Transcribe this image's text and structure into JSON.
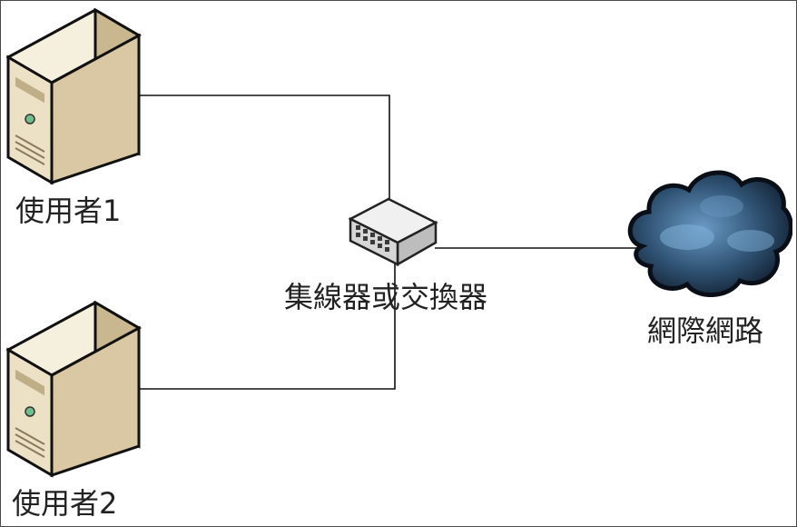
{
  "nodes": {
    "user1": {
      "label": "使用者1",
      "icon": "server-tower-icon"
    },
    "user2": {
      "label": "使用者2",
      "icon": "server-tower-icon"
    },
    "switch": {
      "label": "集線器或交換器",
      "icon": "network-switch-icon"
    },
    "internet": {
      "label": "網際網路",
      "icon": "cloud-icon"
    }
  },
  "colors": {
    "line": "#111111",
    "border": "#4a4a4a",
    "tower_body": "#e9dcc0",
    "cloud_fill": "#2a4b6b"
  }
}
